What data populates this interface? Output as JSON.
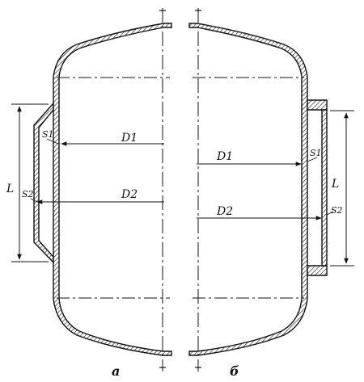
{
  "labels": {
    "a_D1": "D1",
    "a_D2": "D2",
    "a_S1": "S1",
    "a_S2": "S2",
    "a_L": "L",
    "b_D1": "D1",
    "b_D2": "D2",
    "b_S1": "S1",
    "b_S2": "S2",
    "b_L": "L"
  },
  "captions": {
    "left": "а",
    "right": "б"
  },
  "colors": {
    "line": "#111111",
    "hatch": "#333333"
  }
}
